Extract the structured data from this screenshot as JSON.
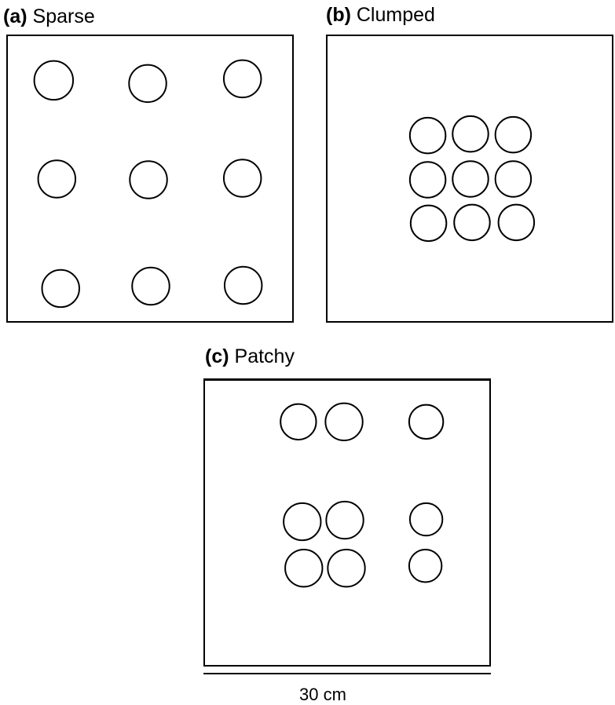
{
  "panels": [
    {
      "id": "a",
      "letter": "(a)",
      "name": "Sparse"
    },
    {
      "id": "b",
      "letter": "(b)",
      "name": "Clumped"
    },
    {
      "id": "c",
      "letter": "(c)",
      "name": "Patchy"
    }
  ],
  "scale": {
    "label": "30 cm"
  },
  "colors": {
    "stroke": "#000000",
    "background": "#ffffff"
  }
}
